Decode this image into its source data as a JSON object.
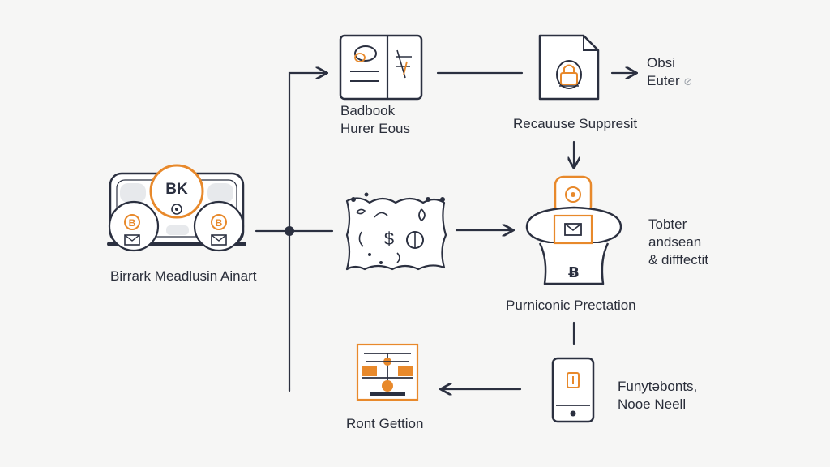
{
  "colors": {
    "ink": "#2b3040",
    "accent": "#e8892b",
    "background": "#f6f6f5"
  },
  "nodes": {
    "wallet": {
      "label": "Birrark Meadlusin Ainart",
      "badge": "BK",
      "icon": "wallet-icon"
    },
    "book": {
      "label_line1": "Badbook",
      "label_line2": "Hurer Eous",
      "icon": "book-icon"
    },
    "document": {
      "label": "Recauuse Suppresit",
      "icon": "document-lock-icon"
    },
    "note_top_right": {
      "line1": "Obsi",
      "line2": "Euter",
      "faint": "⊘"
    },
    "map": {
      "icon": "treasure-map-icon",
      "glyph": "$"
    },
    "platform": {
      "label": "Purniconic Prectation",
      "glyph": "Ƀ",
      "icon": "crypto-platform-icon"
    },
    "note_middle_right": {
      "line1": "Tobter",
      "line2": "andsean",
      "line3": "& difffectit"
    },
    "phone": {
      "label_line1": "Funytəbonts,",
      "label_line2": "Nooe Neell",
      "icon": "phone-icon"
    },
    "scale": {
      "label": "Ront Gettion",
      "icon": "balance-scale-icon"
    }
  }
}
